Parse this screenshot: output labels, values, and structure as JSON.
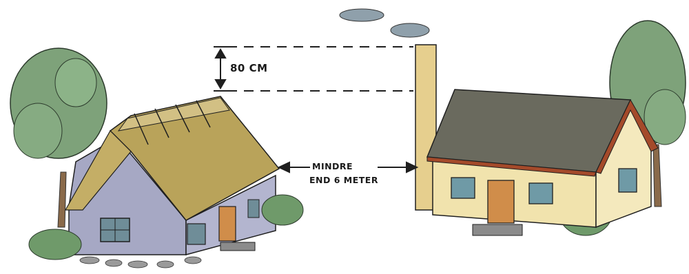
{
  "labels": {
    "height_diff": "80 CM",
    "distance_line1": "MINDRE",
    "distance_line2": "END 6 METER"
  },
  "colors": {
    "thatch": "#b9a35a",
    "wall_left": "#a6a8c4",
    "roof_right": "#6a6a5e",
    "wall_right": "#f1e3ad",
    "chimney": "#e6cf8e",
    "tree": "#7ea27a",
    "door": "#d08d4a",
    "ink": "#1f1f1f"
  },
  "icons": [
    "tree-icon",
    "cloud-icon",
    "bush-icon"
  ]
}
